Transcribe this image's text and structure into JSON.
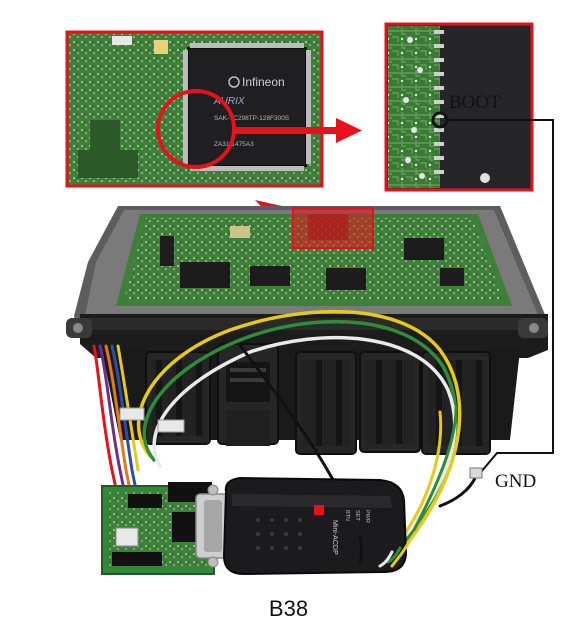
{
  "photo": {
    "chip_brand": "Infineon",
    "chip_family": "AURIX",
    "chip_marking_1": "SAK-TC298TP-128F300S",
    "chip_marking_2": "ZA31 1475A3",
    "boot_label": "BOOT",
    "gnd_label": "GND",
    "adapter_text_1": "Mini-ACDP",
    "adapter_btn_1": "BTN",
    "adapter_btn_2": "SET",
    "adapter_btn_3": "PWR",
    "caption": "B38",
    "colors": {
      "highlight_red": "#e8101a",
      "pcb_green": "#3f7f3a",
      "chip_black": "#1d1d1f",
      "housing_black": "#1a1a1a",
      "connector_gray": "#2b2b2b",
      "wire_yellow": "#e7c919",
      "wire_green": "#2f8d3a",
      "wire_white": "#eaeaea",
      "wire_purple": "#6a2f8f",
      "wire_orange": "#e07a1a",
      "wire_black": "#111111"
    }
  }
}
